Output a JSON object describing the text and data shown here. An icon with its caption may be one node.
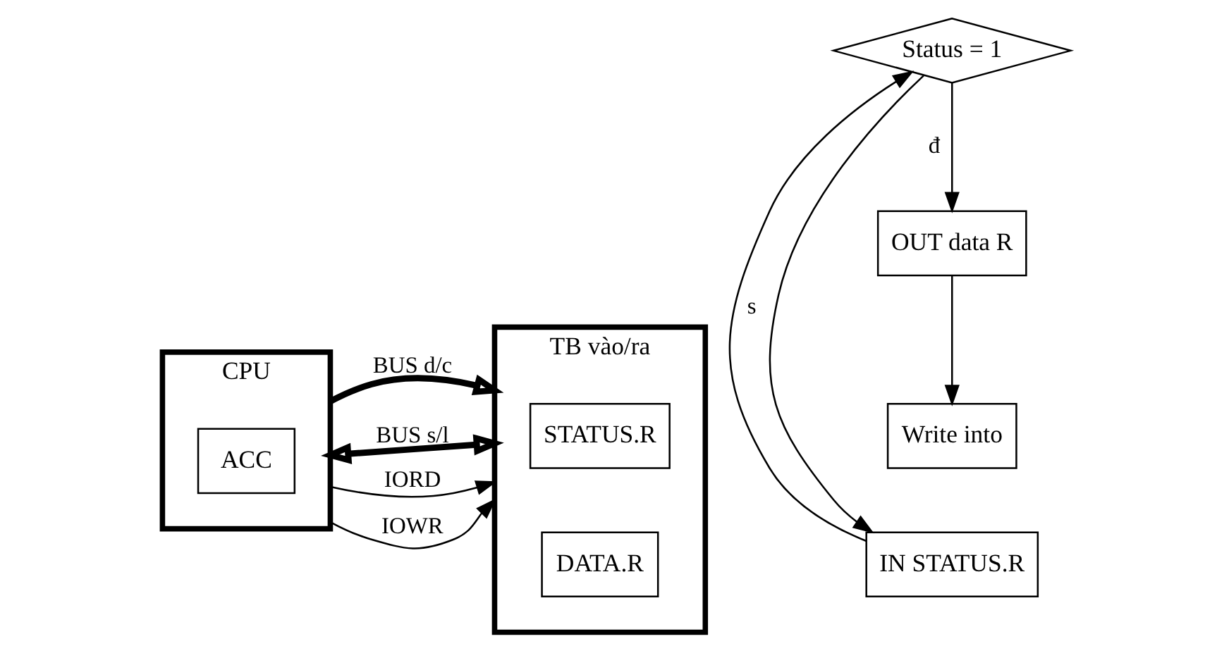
{
  "diagram": {
    "nodes": [
      {
        "text": [
          "CPU"
        ]
      },
      {
        "text": [
          "ACC"
        ],
        "in": 0
      },
      {
        "text": [
          "TB vào/ra"
        ]
      },
      {
        "text": [
          "STATUS.R"
        ],
        "in": 2
      },
      {
        "text": [
          "DATA.R"
        ],
        "in": 2
      },
      {
        "text": [
          "IN STATUS.R"
        ]
      },
      {
        "text": [
          "Status = 1"
        ]
      },
      {
        "text": [
          "OUT data R"
        ]
      },
      {
        "text": [
          "Write into"
        ]
      }
    ],
    "edges": [
      {
        "from": 0,
        "to": 2,
        "arrow": "to",
        "label": "BUS d/c",
        "style": "thick"
      },
      {
        "from": 0,
        "to": 2,
        "arrow": "both",
        "label": "BUS s/l",
        "style": "thick"
      },
      {
        "from": 0,
        "to": 2,
        "arrow": "to",
        "label": "IORD"
      },
      {
        "from": 0,
        "to": 2,
        "arrow": "to",
        "label": "IOWR"
      },
      {
        "from": 5,
        "to": 6,
        "arrow": "to"
      },
      {
        "from": 6,
        "to": 7,
        "arrow": "to",
        "label": "đ"
      },
      {
        "from": 7,
        "to": 8,
        "arrow": "to"
      },
      {
        "from": 6,
        "to": 5,
        "arrow": "to",
        "label": "s"
      }
    ]
  }
}
